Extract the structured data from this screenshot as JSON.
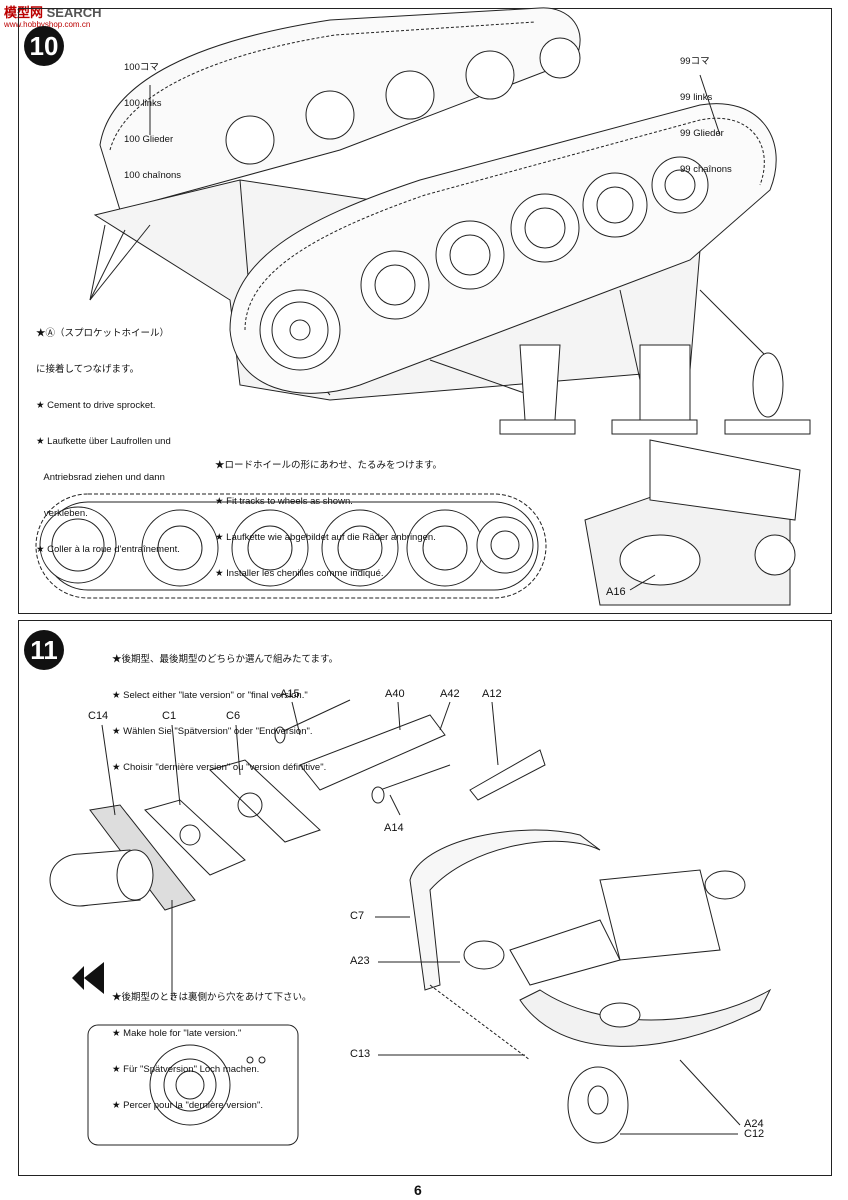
{
  "watermark": {
    "brand_a": "模型网",
    "brand_b": "SEARCH",
    "sub": "www.hobbyshop.com.cn"
  },
  "page_number": "6",
  "step10": {
    "number": "10",
    "left_track": [
      "100コマ",
      "100 links",
      "100 Glieder",
      "100 chaînons"
    ],
    "right_track": [
      "99コマ",
      "99 links",
      "99 Glieder",
      "99 chaînons"
    ],
    "sprocket_note": [
      "★Ⓐ（スプロケットホイール）",
      "に接着してつなげます。",
      "★ Cement to drive sprocket.",
      "★ Laufkette über Laufrollen und",
      "   Antriebsrad ziehen und dann",
      "   verkleben.",
      "★ Coller à la roue d'entraînement."
    ],
    "sag_note": [
      "★ロードホイールの形にあわせ、たるみをつけます。",
      "★ Fit tracks to wheels as shown.",
      "★ Laufkette wie abgebildet auf die Räder anbringen.",
      "★ Installer les chenilles comme indiqué."
    ],
    "part_label": "A16"
  },
  "step11": {
    "number": "11",
    "select_note": [
      "★後期型、最後期型のどちらか選んで組みたてます。",
      "★ Select either \"late version\" or \"final version.\"",
      "★ Wählen Sie \"Spätversion\" oder \"Endversion\".",
      "★ Choisir \"dernière version\" ou \"version définitive\"."
    ],
    "hole_note": [
      "★後期型のときは裏側から穴をあけて下さい。",
      "★ Make hole for \"late version.\"",
      "★ Für \"Spätversion\" Loch machen.",
      "★ Percer pour la \"dernière version\"."
    ],
    "labels": {
      "c14": "C14",
      "c1": "C1",
      "c6": "C6",
      "a15": "A15",
      "a40": "A40",
      "a42": "A42",
      "a12": "A12",
      "a14": "A14",
      "c7": "C7",
      "a23": "A23",
      "c13": "C13",
      "a24": "A24",
      "c12": "C12"
    }
  }
}
